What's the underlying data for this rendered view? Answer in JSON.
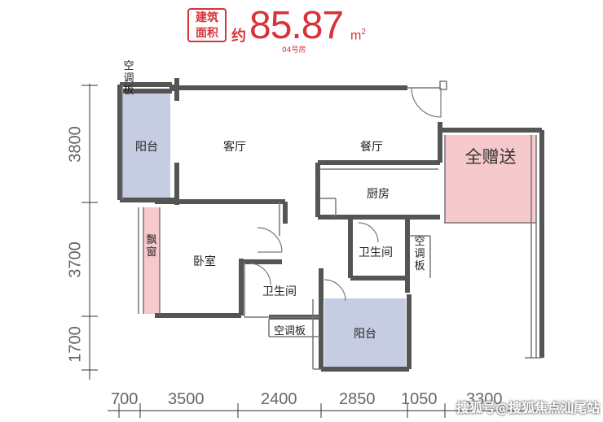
{
  "header": {
    "badge_line1": "建筑",
    "badge_line2": "面积",
    "approx": "约",
    "area": "85.87",
    "unit": "m",
    "unit_sup": "2",
    "unit_number": "04号房"
  },
  "rooms": {
    "living": "客厅",
    "dining": "餐厅",
    "kitchen": "厨房",
    "bedroom": "卧室",
    "bath1": "卫生间",
    "bath2": "卫生间",
    "balcony1": "阳台",
    "balcony2": "阳台",
    "ac_top": "空调板",
    "ac_right": "空调板",
    "ac_bottom": "空调板",
    "bay_window": "飘窗"
  },
  "gift": "全赠送",
  "dims_vertical": [
    "3800",
    "3700",
    "1700"
  ],
  "dims_horizontal": [
    "700",
    "3500",
    "2400",
    "2850",
    "1050",
    "3300"
  ],
  "watermark": "搜狐号@搜狐焦点汕尾站",
  "colors": {
    "accent": "#d8323a",
    "balcony": "#c6cde2",
    "pink": "#f6c9cc",
    "wall": "#555555"
  }
}
